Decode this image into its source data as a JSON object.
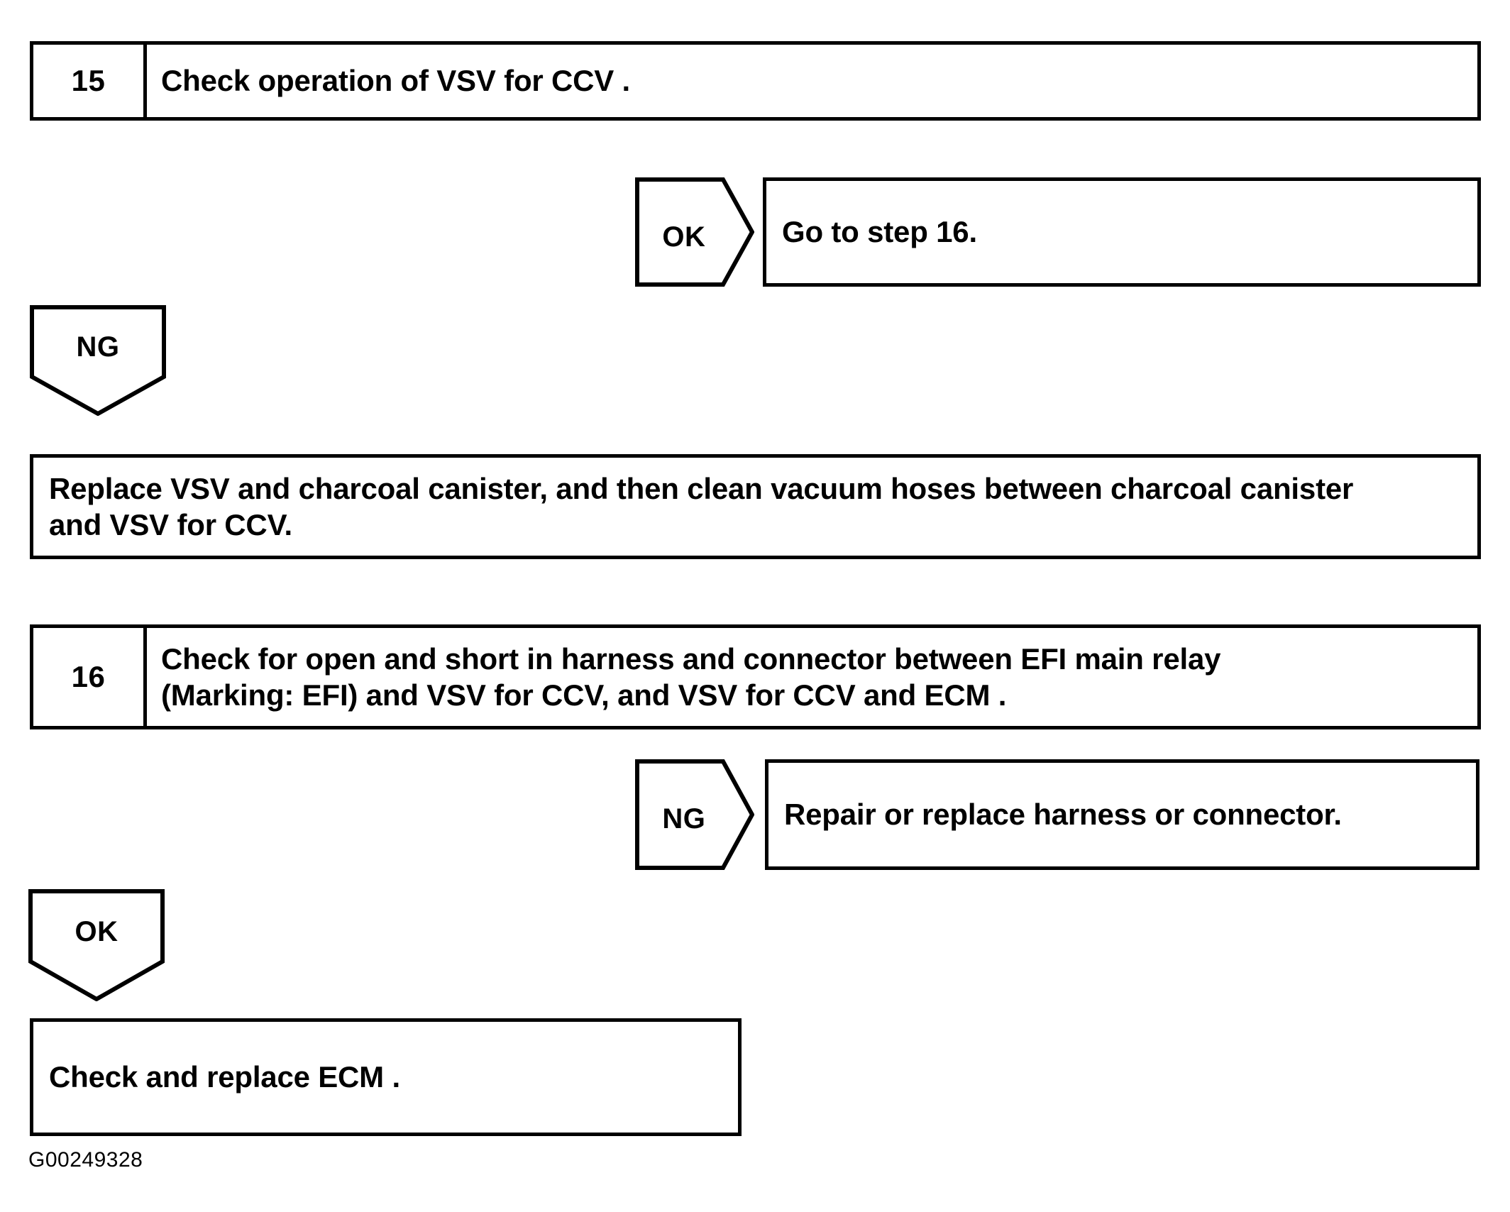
{
  "figure": {
    "id_code": "G00249328",
    "type": "troubleshooting-flowchart"
  },
  "steps": [
    {
      "number": "15",
      "text": "Check operation of VSV for CCV ."
    },
    {
      "number": "16",
      "line1": "Check for open and short in harness and connector between EFI main relay",
      "line2": "(Marking: EFI) and VSV for CCV, and VSV for CCV and ECM ."
    }
  ],
  "branches": {
    "step15_ok": {
      "tag": "OK",
      "result": "Go to step 16."
    },
    "step15_ng": {
      "tag": "NG",
      "result_line1": "Replace VSV and charcoal canister, and then clean vacuum hoses between charcoal canister",
      "result_line2": "and VSV for CCV."
    },
    "step16_ng": {
      "tag": "NG",
      "result": "Repair or replace harness or connector."
    },
    "step16_ok": {
      "tag": "OK",
      "result": "Check and replace ECM ."
    }
  },
  "colors": {
    "line": "#000000",
    "background": "#ffffff",
    "text": "#000000"
  }
}
